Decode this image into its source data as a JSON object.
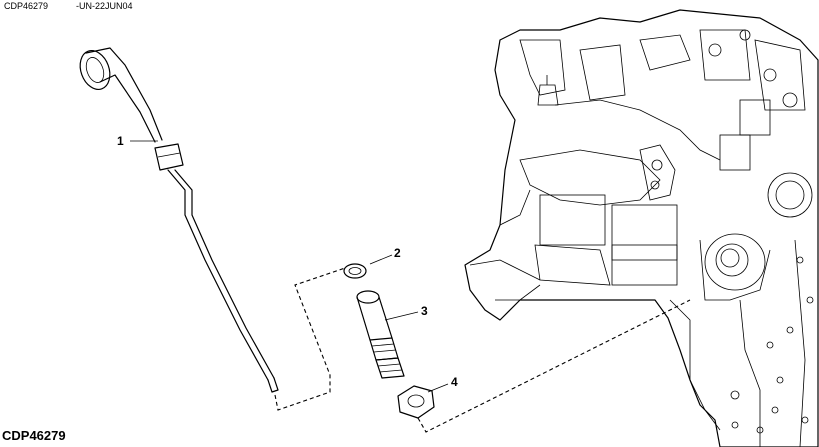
{
  "header": {
    "figure_id": "CDP46279",
    "revision_code": "-UN-22JUN04"
  },
  "footer": {
    "figure_id": "CDP46279"
  },
  "callouts": [
    {
      "number": "1"
    },
    {
      "number": "2"
    },
    {
      "number": "3"
    },
    {
      "number": "4"
    }
  ]
}
